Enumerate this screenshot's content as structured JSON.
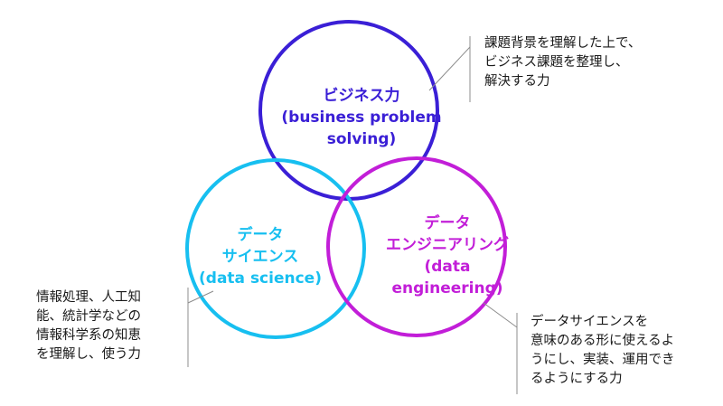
{
  "circles": {
    "business": {
      "label_lines": [
        "ビジネス力",
        "(business problem",
        "solving)"
      ],
      "color": "#3a1fd6"
    },
    "science": {
      "label_lines": [
        "データ",
        "サイエンス",
        "(data science)"
      ],
      "color": "#17bff0"
    },
    "engineering": {
      "label_lines": [
        "データ",
        "エンジニアリング",
        "(data",
        "engineering)"
      ],
      "color": "#c21ed8"
    }
  },
  "descriptions": {
    "business": [
      "課題背景を理解した上で、",
      "ビジネス課題を整理し、",
      "解決する力"
    ],
    "science": [
      "情報処理、人工知",
      "能、統計学などの",
      "情報科学系の知恵",
      "を理解し、使う力"
    ],
    "engineering": [
      "データサイエンスを",
      "意味のある形に使えるよ",
      "うにし、実装、運用でき",
      "るようにする力"
    ]
  },
  "connector_color": "#8c8c8c"
}
